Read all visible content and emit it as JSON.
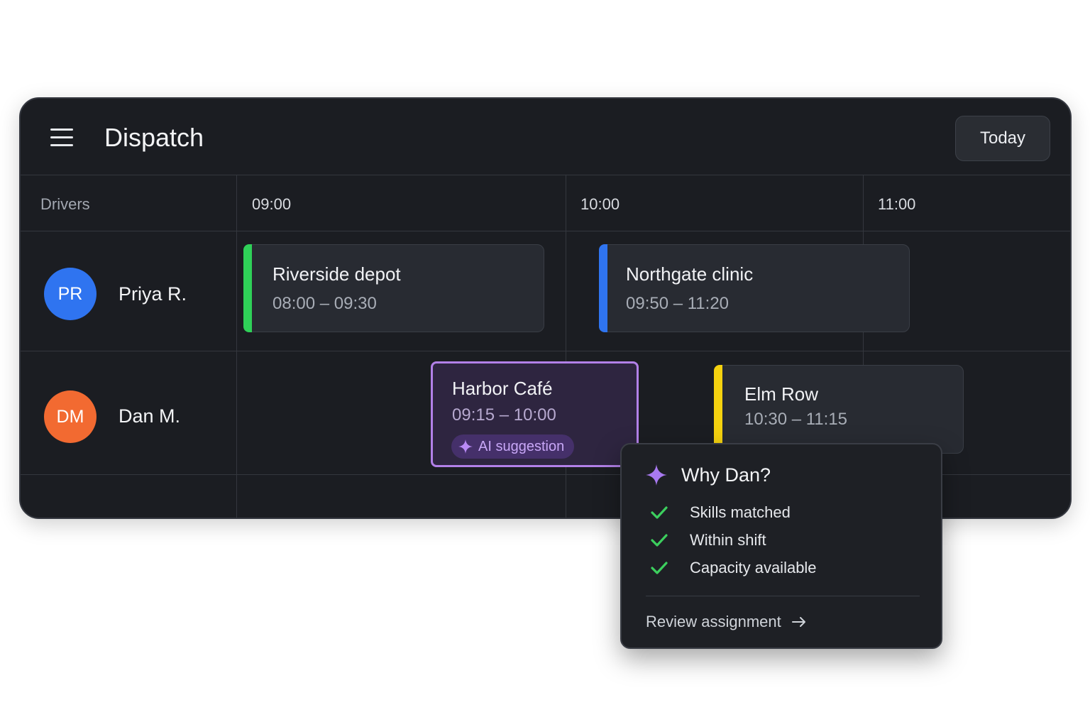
{
  "header": {
    "title": "Dispatch",
    "today_label": "Today",
    "menu_icon": "hamburger-menu-icon"
  },
  "timeline": {
    "drivers_label": "Drivers",
    "time_columns": [
      "09:00",
      "10:00",
      "11:00"
    ]
  },
  "drivers": [
    {
      "initials": "PR",
      "name": "Priya R.",
      "avatar_color": "#2f74f0",
      "jobs": [
        {
          "title": "Riverside depot",
          "time": "08:00 – 09:30",
          "accent": "#2fd158"
        },
        {
          "title": "Northgate clinic",
          "time": "09:50 – 11:20",
          "accent": "#2f74f0"
        }
      ]
    },
    {
      "initials": "DM",
      "name": "Dan M.",
      "avatar_color": "#f26a31",
      "jobs": [
        {
          "title": "Harbor Café",
          "time": "09:15 – 10:00",
          "badge": "AI suggestion",
          "accent": "#b280e8"
        },
        {
          "title": "Elm Row",
          "time": "10:30 – 11:15",
          "accent": "#f5d20f"
        }
      ]
    }
  ],
  "popover": {
    "title": "Why Dan?",
    "icon": "sparkle-icon",
    "reasons": [
      "Skills matched",
      "Within shift",
      "Capacity available"
    ],
    "reason_icon": "check-icon",
    "check_color": "#3ccf5e",
    "link_label": "Review assignment",
    "link_icon": "arrow-right-icon"
  }
}
